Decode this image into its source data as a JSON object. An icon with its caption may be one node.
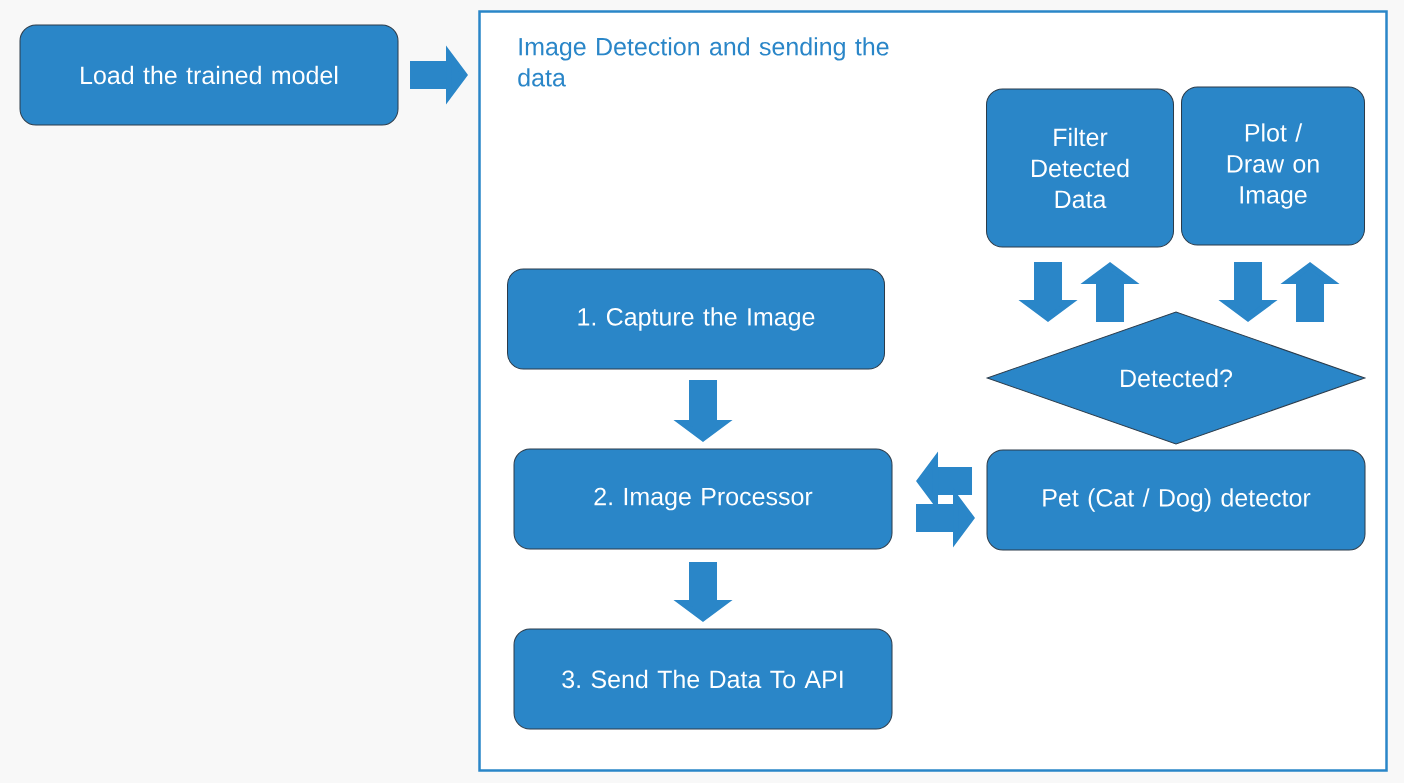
{
  "diagram": {
    "nodes": [
      {
        "text": [
          "Load the trained model"
        ]
      },
      {
        "text": [
          "Image Detection and sending the data"
        ]
      },
      {
        "text": [
          "1. Capture the Image"
        ],
        "in": 1
      },
      {
        "text": [
          "2. Image Processor"
        ],
        "in": 1
      },
      {
        "text": [
          "3. Send The Data To API"
        ],
        "in": 1
      },
      {
        "text": [
          "Filter Detected Data"
        ],
        "in": 1
      },
      {
        "text": [
          "Plot / Draw on Image"
        ],
        "in": 1
      },
      {
        "text": [
          "Detected?"
        ],
        "in": 1
      },
      {
        "text": [
          "Pet (Cat / Dog) detector"
        ],
        "in": 1
      }
    ],
    "edges": [
      {
        "from": 0,
        "to": 1,
        "arrow": "to"
      },
      {
        "from": 2,
        "to": 3,
        "arrow": "to"
      },
      {
        "from": 3,
        "to": 4,
        "arrow": "to"
      },
      {
        "from": 8,
        "to": 3,
        "arrow": "to"
      },
      {
        "from": 3,
        "to": 8,
        "arrow": "to"
      },
      {
        "from": 5,
        "to": 7,
        "arrow": "to"
      },
      {
        "from": 7,
        "to": 5,
        "arrow": "to"
      },
      {
        "from": 6,
        "to": 7,
        "arrow": "to"
      },
      {
        "from": 7,
        "to": 6,
        "arrow": "to"
      }
    ]
  }
}
